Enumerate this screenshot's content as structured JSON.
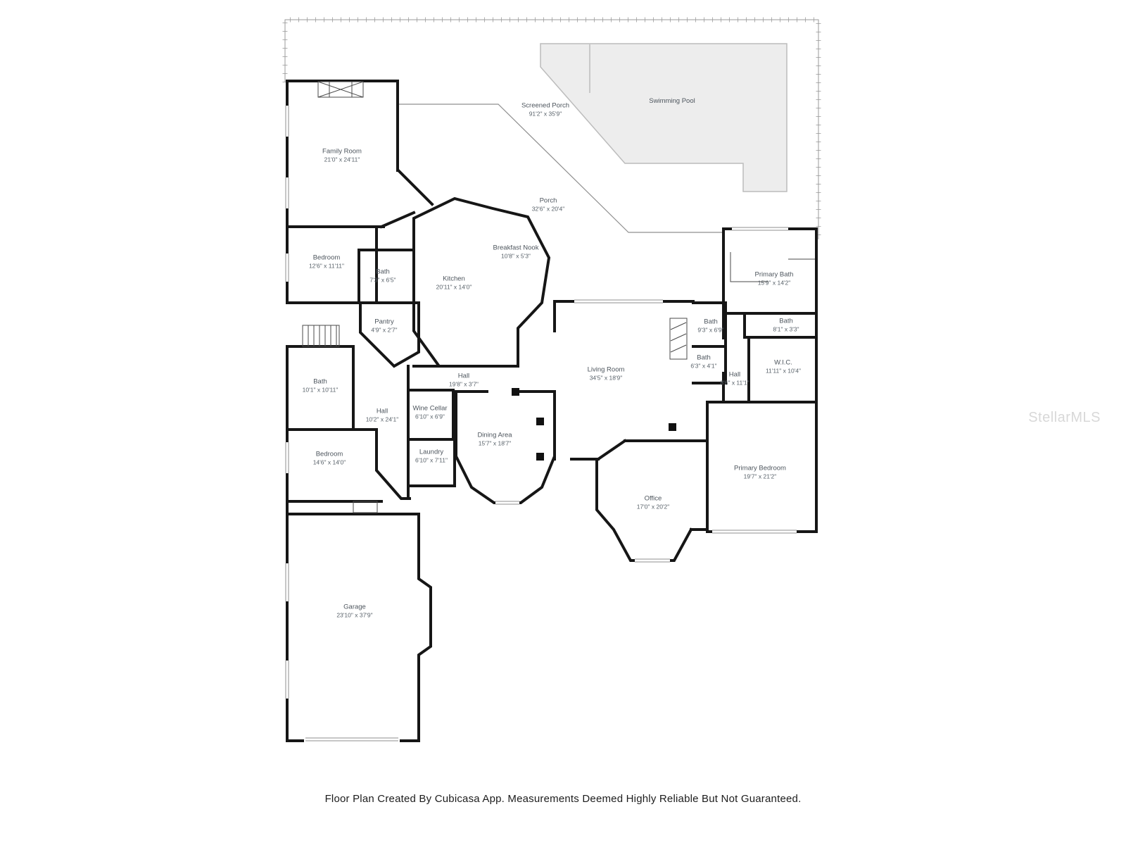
{
  "page": {
    "footer": "Floor Plan Created By Cubicasa App. Measurements Deemed Highly Reliable But Not Guaranteed.",
    "watermark": "StellarMLS"
  },
  "rooms": [
    {
      "name": "Screened Porch",
      "dims": "91'2\" x 35'9\""
    },
    {
      "name": "Swimming Pool",
      "dims": ""
    },
    {
      "name": "Family Room",
      "dims": "21'0\" x 24'11\""
    },
    {
      "name": "Porch",
      "dims": "32'6\" x 20'4\""
    },
    {
      "name": "Breakfast Nook",
      "dims": "10'8\" x 5'3\""
    },
    {
      "name": "Bedroom",
      "dims": "12'6\" x 11'11\""
    },
    {
      "name": "Bath",
      "dims": "7'3\" x 6'5\""
    },
    {
      "name": "Kitchen",
      "dims": "20'11\" x 14'0\""
    },
    {
      "name": "Primary Bath",
      "dims": "15'9\" x 14'2\""
    },
    {
      "name": "Pantry",
      "dims": "4'9\" x 2'7\""
    },
    {
      "name": "Bath",
      "dims": "9'3\" x 6'9\""
    },
    {
      "name": "Bath",
      "dims": "8'1\" x 3'3\""
    },
    {
      "name": "Bath",
      "dims": "6'3\" x 4'1\""
    },
    {
      "name": "W.I.C.",
      "dims": "11'11\" x 10'4\""
    },
    {
      "name": "Bath",
      "dims": "10'1\" x 10'11\""
    },
    {
      "name": "Hall",
      "dims": "19'8\" x 3'7\""
    },
    {
      "name": "Living Room",
      "dims": "34'5\" x 18'9\""
    },
    {
      "name": "Hall",
      "dims": "8'6\" x 11'1\""
    },
    {
      "name": "Hall",
      "dims": "10'2\" x 24'1\""
    },
    {
      "name": "Wine Cellar",
      "dims": "6'10\" x 6'9\""
    },
    {
      "name": "Bedroom",
      "dims": "14'6\" x 14'0\""
    },
    {
      "name": "Laundry",
      "dims": "6'10\" x 7'11\""
    },
    {
      "name": "Dining Area",
      "dims": "15'7\" x 18'7\""
    },
    {
      "name": "Primary Bedroom",
      "dims": "19'7\" x 21'2\""
    },
    {
      "name": "Office",
      "dims": "17'0\" x 20'2\""
    },
    {
      "name": "Garage",
      "dims": "23'10\" x 37'9\""
    }
  ]
}
